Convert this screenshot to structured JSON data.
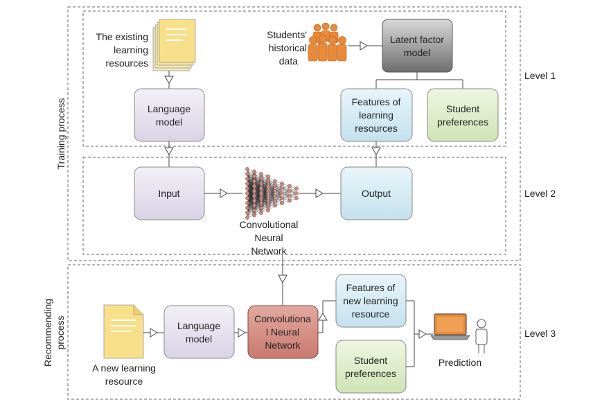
{
  "labels": {
    "training_process": "Training process",
    "recommending_process": "Recommending process",
    "recommending_line1": "Recommending",
    "recommending_line2": "process",
    "level1": "Level 1",
    "level2": "Level 2",
    "level3": "Level 3"
  },
  "level1": {
    "existing_resources": [
      "The existing",
      "learning",
      "resources"
    ],
    "students_data": [
      "Students'",
      "historical",
      "data"
    ],
    "latent_factor_model": [
      "Latent factor",
      "model"
    ],
    "language_model": [
      "Language",
      "model"
    ],
    "features_resources": [
      "Features of",
      "learning",
      "resources"
    ],
    "student_preferences": [
      "Student",
      "preferences"
    ]
  },
  "level2": {
    "input": "Input",
    "output": "Output",
    "cnn_caption": [
      "Convolutional",
      "Neural",
      "Network"
    ]
  },
  "level3": {
    "new_resource": [
      "A new learning",
      "resource"
    ],
    "language_model": [
      "Language",
      "model"
    ],
    "cnn": [
      "Convolutiona",
      "l Neural",
      "Network"
    ],
    "features_new": [
      "Features of",
      "new learning",
      "resource"
    ],
    "student_preferences": [
      "Student",
      "preferences"
    ],
    "prediction": "Prediction"
  },
  "colors": {
    "lavender": "#e4e0ee",
    "light_blue": "#d5eaf3",
    "light_green": "#dcebc8",
    "latent_gray": "#8a8a8a",
    "cnn_red": "#d48a80",
    "doc_yellow": "#f8e08a",
    "people_orange": "#e88a3a",
    "node_pink": "#c98a80"
  }
}
